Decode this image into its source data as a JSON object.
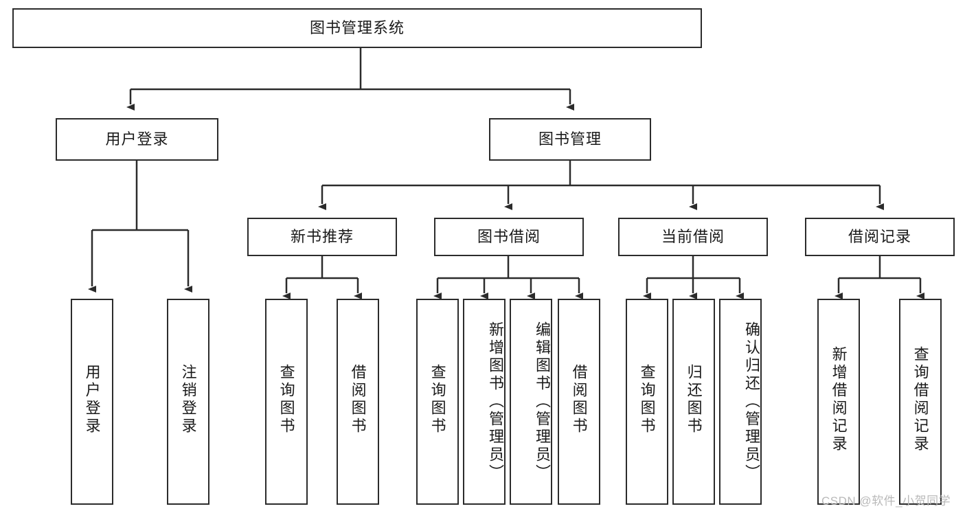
{
  "diagram": {
    "title": "图书管理系统",
    "type": "hierarchy-tree",
    "watermark": "CSDN @软件_小贺同学",
    "colors": {
      "stroke": "#2b2b2b",
      "fill": "#ffffff",
      "text": "#1a1a1a",
      "watermark": "#b9b9b9"
    },
    "root": {
      "label": "图书管理系统"
    },
    "level1": [
      {
        "label": "用户登录"
      },
      {
        "label": "图书管理"
      }
    ],
    "level2": [
      {
        "label": "新书推荐"
      },
      {
        "label": "图书借阅"
      },
      {
        "label": "当前借阅"
      },
      {
        "label": "借阅记录"
      }
    ],
    "leaves": {
      "user_login": [
        {
          "label": "用户登录"
        },
        {
          "label": "注销登录"
        }
      ],
      "new_book_recommend": [
        {
          "label": "查询图书"
        },
        {
          "label": "借阅图书"
        }
      ],
      "book_borrow": [
        {
          "label": "查询图书"
        },
        {
          "label": "新增图书（管理员）"
        },
        {
          "label": "编辑图书（管理员）"
        },
        {
          "label": "借阅图书"
        }
      ],
      "current_borrow": [
        {
          "label": "查询图书"
        },
        {
          "label": "归还图书"
        },
        {
          "label": "确认归还（管理员）"
        }
      ],
      "borrow_records": [
        {
          "label": "新增借阅记录"
        },
        {
          "label": "查询借阅记录"
        }
      ]
    }
  }
}
